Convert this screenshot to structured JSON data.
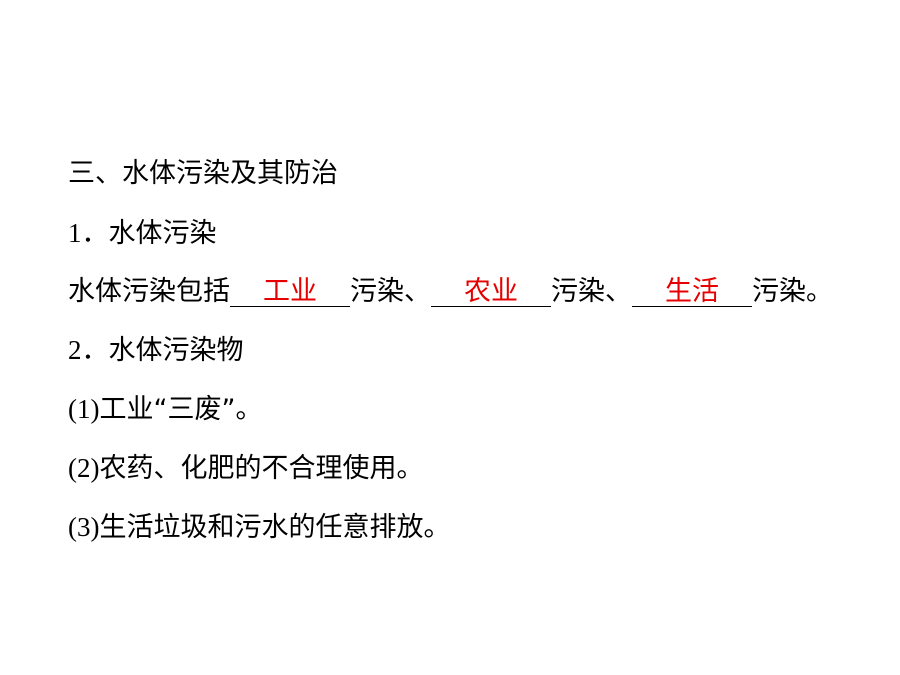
{
  "section": {
    "title": "三、水体污染及其防治"
  },
  "pollution": {
    "heading_num": "1．",
    "heading_text": "水体污染",
    "sentence_prefix": "水体污染包括",
    "blank1": "工业",
    "mid1": "污染、",
    "blank2": "农业",
    "mid2": "污染、",
    "blank3": "生活",
    "suffix": "污染。"
  },
  "pollutants": {
    "heading_num": "2．",
    "heading_text": "水体污染物",
    "items": [
      {
        "num": "(1)",
        "text_before": "工业",
        "quote": "“三废”",
        "text_after": "。"
      },
      {
        "num": "(2)",
        "text": "农药、化肥的不合理使用。"
      },
      {
        "num": "(3)",
        "text": "生活垃圾和污水的任意排放。"
      }
    ]
  },
  "colors": {
    "answer": "#e60000",
    "text": "#000000",
    "background": "#ffffff"
  }
}
